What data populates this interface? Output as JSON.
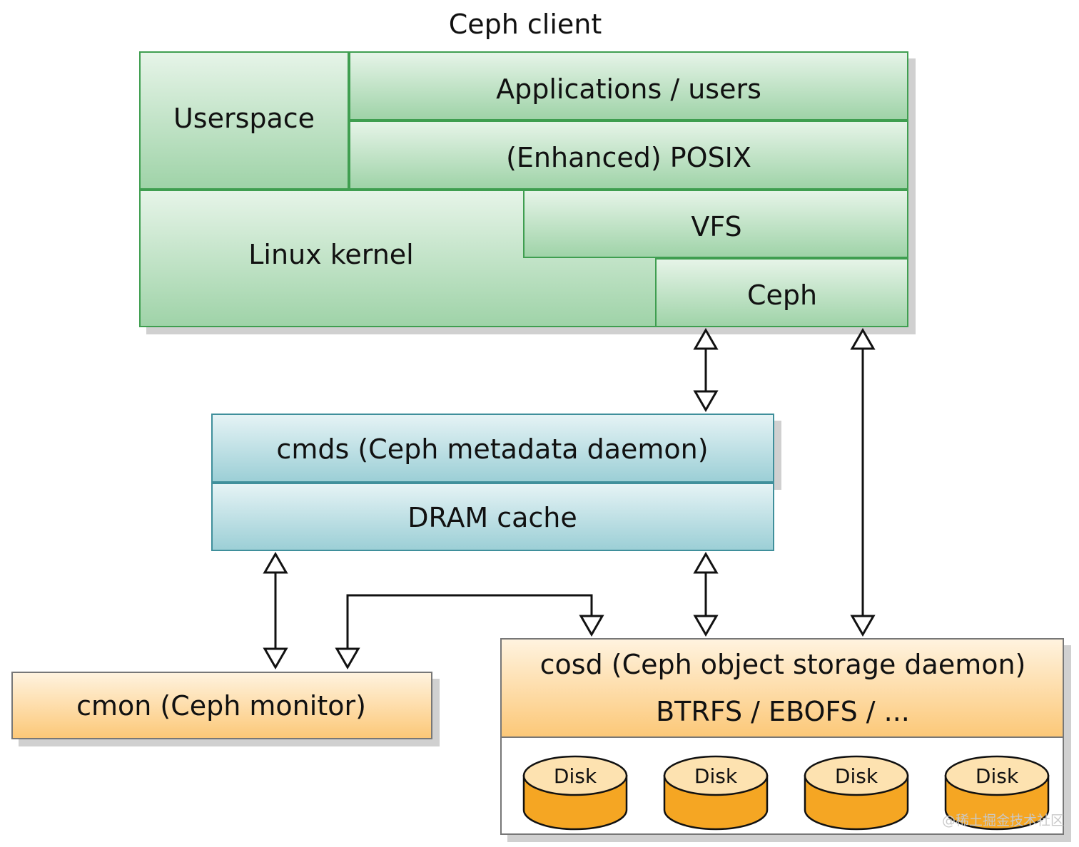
{
  "title": "Ceph client",
  "client": {
    "userspace": "Userspace",
    "applications": "Applications / users",
    "posix": "(Enhanced) POSIX",
    "kernel": "Linux kernel",
    "vfs": "VFS",
    "ceph": "Ceph"
  },
  "mds": {
    "name": "cmds (Ceph metadata daemon)",
    "cache": "DRAM cache"
  },
  "monitor": "cmon (Ceph monitor)",
  "osd": {
    "name": "cosd (Ceph object storage daemon)",
    "fs": "BTRFS / EBOFS / ...",
    "disks": [
      "Disk",
      "Disk",
      "Disk",
      "Disk"
    ]
  },
  "watermark": "@稀土掘金技术社区",
  "colors": {
    "client_fill": "#9fd3a8",
    "client_border": "#3f9e50",
    "mds_fill": "#9ccfd6",
    "monitor_fill": "#fcc878",
    "disk_fill": "#f5a623"
  }
}
